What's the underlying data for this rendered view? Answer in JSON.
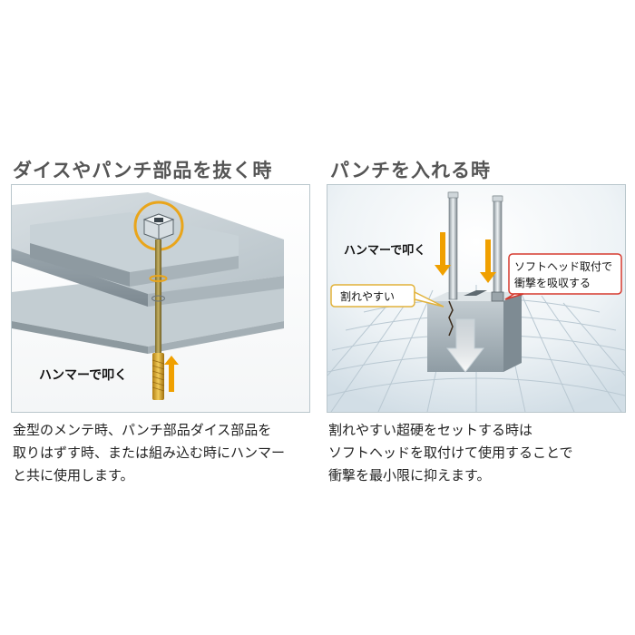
{
  "left": {
    "heading": "ダイスやパンチ部品を抜く時",
    "label_hammer": "ハンマーで叩く",
    "description": [
      "金型のメンテ時、パンチ部品ダイス部品を",
      "取りはずす時、または組み込む時にハンマー",
      "と共に使用します。"
    ]
  },
  "right": {
    "heading": "パンチを入れる時",
    "label_hammer": "ハンマーで叩く",
    "label_crack": "割れやすい",
    "label_soft_head": [
      "ソフトヘッド取付で",
      "衝撃を吸収する"
    ],
    "description": [
      "割れやすい超硬をセットする時は",
      "ソフトヘッドを取付けて使用することで",
      "衝撃を最小限に抑えます。"
    ]
  },
  "colors": {
    "arrow": "#f0a000",
    "frame": "#b9c6cc",
    "callout_border": "#d63a2f",
    "callout_yellow": "#e2b23a"
  }
}
